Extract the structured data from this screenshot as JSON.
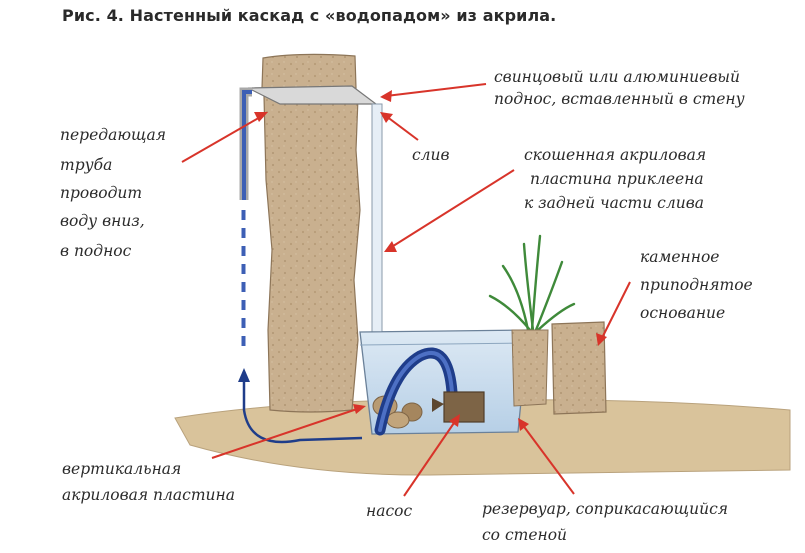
{
  "title": "Рис. 4. Настенный каскад с «водопадом» из акрила.",
  "labels": {
    "tray": [
      "свинцовый или алюминиевый",
      "поднос, вставленный в стену"
    ],
    "drain": [
      "слив"
    ],
    "transfer_pipe": [
      "передающая",
      "труба",
      "проводит",
      "воду вниз,",
      "в поднос"
    ],
    "slanted_plate": [
      "скошенная акриловая",
      "пластина приклеена",
      "к задней части слива"
    ],
    "stone_base": [
      "каменное",
      "приподнятое",
      "основание"
    ],
    "vertical_plate": [
      "вертикальная",
      "акриловая пластина"
    ],
    "pump": [
      "насос"
    ],
    "reservoir": [
      "резервуар, соприкасающийся",
      "со стеной"
    ]
  },
  "colors": {
    "arrow": "#d8342a",
    "stone": "#c9b08f",
    "ground": "#d9c39b",
    "water": "#c7dbee",
    "hose": "#1f3d8a"
  }
}
